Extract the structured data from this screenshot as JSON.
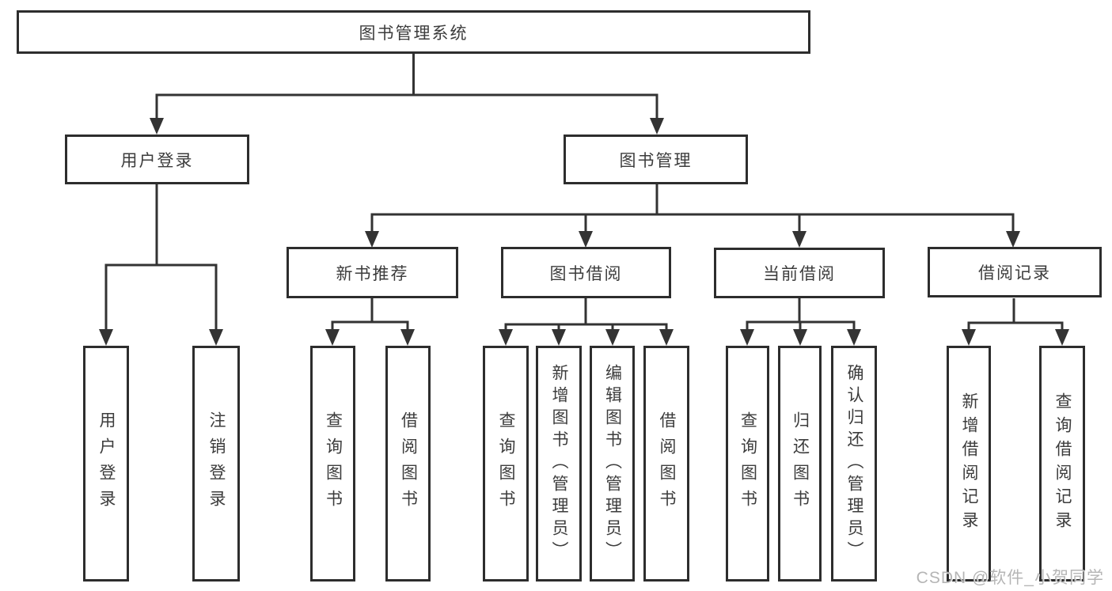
{
  "tree": {
    "label": "图书管理系统",
    "children": [
      {
        "label": "用户登录",
        "children": [
          {
            "label": "用户登录"
          },
          {
            "label": "注销登录"
          }
        ]
      },
      {
        "label": "图书管理",
        "children": [
          {
            "label": "新书推荐",
            "children": [
              {
                "label": "查询图书"
              },
              {
                "label": "借阅图书"
              }
            ]
          },
          {
            "label": "图书借阅",
            "children": [
              {
                "label": "查询图书"
              },
              {
                "label": "新增图书（管理员）"
              },
              {
                "label": "编辑图书（管理员）"
              },
              {
                "label": "借阅图书"
              }
            ]
          },
          {
            "label": "当前借阅",
            "children": [
              {
                "label": "查询图书"
              },
              {
                "label": "归还图书"
              },
              {
                "label": "确认归还（管理员）"
              }
            ]
          },
          {
            "label": "借阅记录",
            "children": [
              {
                "label": "新增借阅记录"
              },
              {
                "label": "查询借阅记录"
              }
            ]
          }
        ]
      }
    ]
  },
  "watermark": "CSDN @软件_小贺同学",
  "colors": {
    "line": "#333333",
    "box_border": "#2d2d2d",
    "text": "#3c3c3c",
    "background": "#ffffff",
    "watermark": "#a8a8a8"
  }
}
